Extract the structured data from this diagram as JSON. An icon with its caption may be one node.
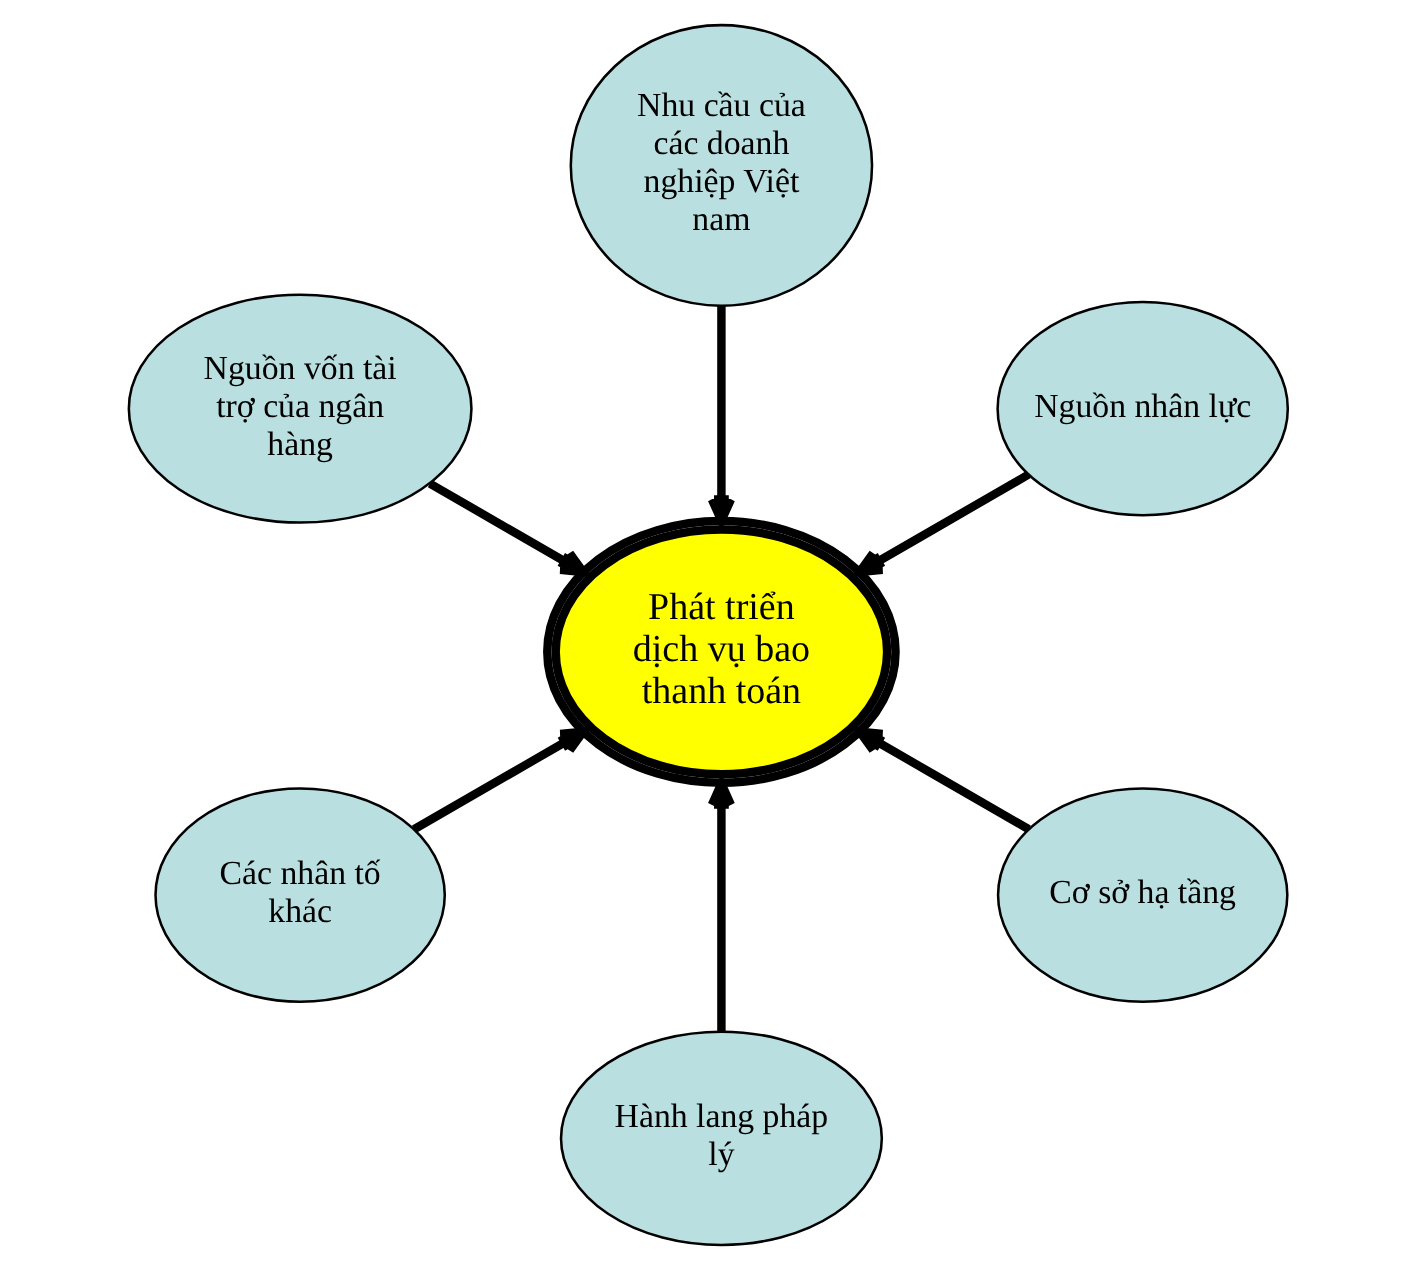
{
  "diagram": {
    "nodes": [
      {
        "text": [
          "Nhu cầu của các doanh nghiệp Việt nam"
        ]
      },
      {
        "text": [
          "Nguồn vốn tài trợ của ngân hàng"
        ]
      },
      {
        "text": [
          "Nguồn nhân lực"
        ]
      },
      {
        "text": [
          "Phát triển dịch vụ bao thanh toán"
        ]
      },
      {
        "text": [
          "Các nhân tố khác"
        ]
      },
      {
        "text": [
          "Cơ sở hạ tầng"
        ]
      },
      {
        "text": [
          "Hành lang pháp lý"
        ]
      }
    ],
    "edges": [
      {
        "from": 0,
        "to": 3,
        "arrow": "to"
      },
      {
        "from": 2,
        "to": 3,
        "arrow": "to"
      },
      {
        "from": 5,
        "to": 3,
        "arrow": "to"
      },
      {
        "from": 6,
        "to": 3,
        "arrow": "to"
      },
      {
        "from": 4,
        "to": 3,
        "arrow": "to"
      },
      {
        "from": 1,
        "to": 3,
        "arrow": "to"
      }
    ]
  }
}
